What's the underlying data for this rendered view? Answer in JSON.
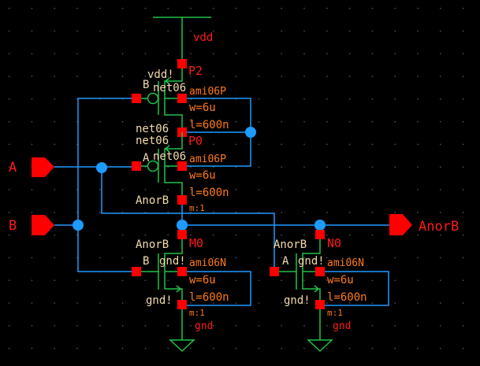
{
  "colors": {
    "background": "#000000",
    "wire": "#1e9bff",
    "device": "#1fc24a",
    "pin": "#ff0000",
    "param": "#ff7a1a",
    "net_label": "#f3dcaa"
  },
  "pins": {
    "input_a": "A",
    "input_b": "B",
    "output": "AnorB"
  },
  "supplies": {
    "vdd": "vdd",
    "gnd_left": "gnd",
    "gnd_right": "gnd"
  },
  "instances": [
    {
      "name": "P2",
      "model": "ami06P",
      "w": "w=6u",
      "l": "l=600n",
      "gate": "B",
      "source": "vdd!",
      "drain": "net06",
      "bulk": "net06"
    },
    {
      "name": "P0",
      "model": "ami06P",
      "w": "w=6u",
      "l": "l=600n",
      "m": "m:1",
      "gate": "A",
      "source": "net06",
      "source2": "net06",
      "bulk": "net06",
      "drain": "AnorB"
    },
    {
      "name": "M0",
      "model": "ami06N",
      "w": "w=6u",
      "l": "l=600n",
      "m": "m:1",
      "gate": "B",
      "drain": "AnorB",
      "bulk": "gnd!",
      "source": "gnd!"
    },
    {
      "name": "N0",
      "model": "ami06N",
      "w": "w=6u",
      "l": "l=600n",
      "m": "m:1",
      "gate": "A",
      "drain": "AnorB",
      "bulk": "gnd!",
      "source": "gnd!"
    }
  ]
}
